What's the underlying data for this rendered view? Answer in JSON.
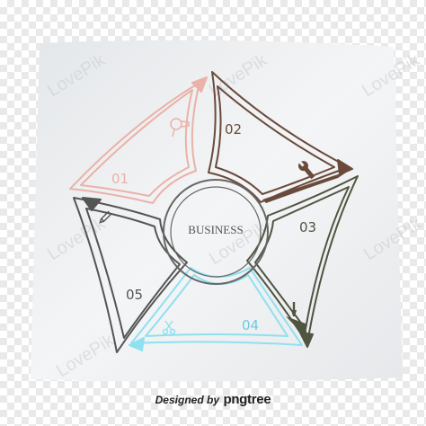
{
  "center_label": "BUSINESS",
  "colors": {
    "paper": "#eef0f2",
    "step1": "#eab2a8",
    "step2": "#6a4a3a",
    "step3": "#4e5540",
    "step4": "#8fe0f0",
    "step5": "#555555",
    "ring": "#666666"
  },
  "steps": [
    {
      "number": "01",
      "icon": "hair-dryer-icon"
    },
    {
      "number": "02",
      "icon": "wrench-icon"
    },
    {
      "number": "03",
      "icon": "paint-brush-icon"
    },
    {
      "number": "04",
      "icon": "scissors-icon"
    },
    {
      "number": "05",
      "icon": "pencil-icon"
    }
  ],
  "watermark": "LovePik",
  "footer": {
    "prefix": "Designed by",
    "brand": "pngtree"
  }
}
